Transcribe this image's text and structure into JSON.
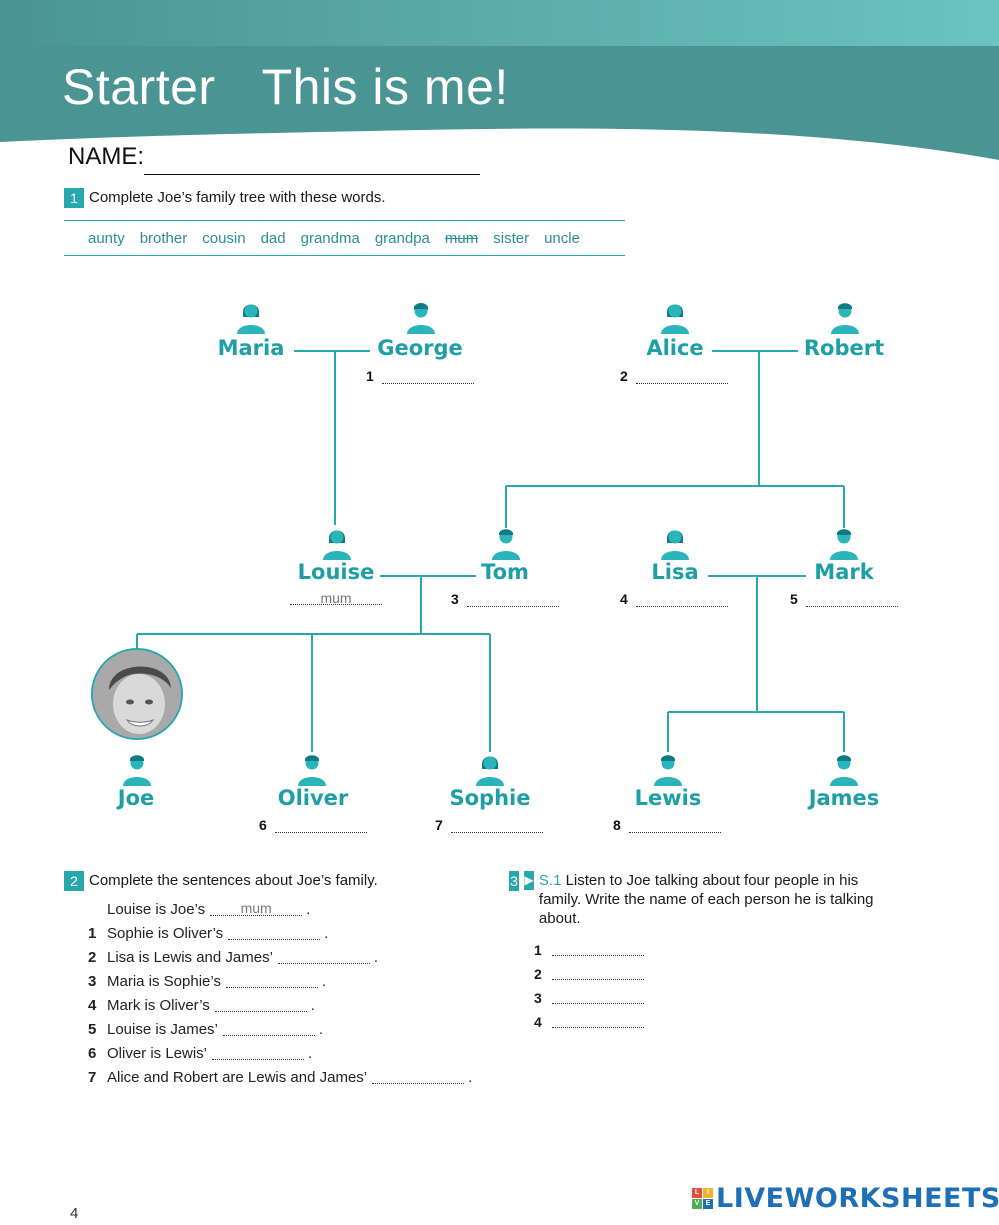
{
  "header": {
    "part1": "Starter",
    "part2": "This is me!",
    "colors": {
      "band_dark": "#4a9593",
      "band_light": "#6cc3c2"
    }
  },
  "name_label": "NAME:",
  "ex1": {
    "num": "1",
    "instruction": "Complete Joe’s family tree with these words.",
    "words": [
      "aunty",
      "brother",
      "cousin",
      "dad",
      "grandma",
      "grandpa",
      "mum",
      "sister",
      "uncle"
    ],
    "struck_word_index": 6
  },
  "tree": {
    "maria": "Maria",
    "george": "George",
    "alice": "Alice",
    "robert": "Robert",
    "louise": "Louise",
    "tom": "Tom",
    "lisa": "Lisa",
    "mark": "Mark",
    "joe": "Joe",
    "oliver": "Oliver",
    "sophie": "Sophie",
    "lewis": "Lewis",
    "james": "James",
    "blank_nums": [
      "1",
      "2",
      "3",
      "4",
      "5",
      "6",
      "7",
      "8"
    ],
    "example_answer": "mum"
  },
  "ex2": {
    "num": "2",
    "instruction": "Complete the sentences about Joe’s family.",
    "example": {
      "before": "Louise is Joe’s",
      "answer": "mum",
      "after": "."
    },
    "items": [
      {
        "n": "1",
        "text": "Sophie is Oliver’s",
        "end": "."
      },
      {
        "n": "2",
        "text": "Lisa is Lewis and James’",
        "end": "."
      },
      {
        "n": "3",
        "text": "Maria is Sophie’s",
        "end": "."
      },
      {
        "n": "4",
        "text": "Mark is Oliver’s",
        "end": "."
      },
      {
        "n": "5",
        "text": "Louise is James’",
        "end": "."
      },
      {
        "n": "6",
        "text": "Oliver is Lewis’",
        "end": "."
      },
      {
        "n": "7",
        "text": "Alice and Robert are Lewis and James’",
        "end": "."
      }
    ]
  },
  "ex3": {
    "num": "3",
    "track": "S.1",
    "instruction": "Listen to Joe talking about four people in his family. Write the name of each person he is talking about.",
    "items": [
      "1",
      "2",
      "3",
      "4"
    ]
  },
  "page_number": "4",
  "logo": {
    "text": "LIVEWORKSHEETS",
    "letters": [
      "L",
      "I",
      "V",
      "E"
    ],
    "colors": [
      "#e94b3c",
      "#f6b12b",
      "#4bb04f",
      "#1f6fb6"
    ]
  }
}
